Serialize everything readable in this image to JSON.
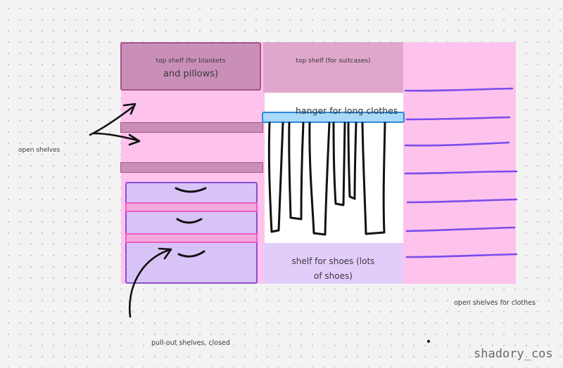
{
  "labels": {
    "top_shelf_left_line1": "top shelf (for blankets",
    "top_shelf_left_line2": "and pillows)",
    "top_shelf_mid": "top shelf (for suitcases)",
    "hanger": "hanger for long clothes",
    "shoes_line1": "shelf for shoes (lots",
    "shoes_line2": "of shoes)",
    "open_shelves": "open shelves",
    "open_shelves_clothes": "open shelves for clothes",
    "pull_out": "pull-out shelves, closed",
    "watermark": "shadory_cos"
  },
  "colors": {
    "pink_bg": "#fdc3ec",
    "mauve": "#c98fb8",
    "mauve_border": "#a8508a",
    "mauve_light": "#dfa7cc",
    "lavender": "#d8c3f7",
    "purple_border": "#8a4fd1",
    "magenta": "#f05bc2",
    "blue_hanger": "#6bbcf5",
    "blue_border": "#2e86d9",
    "ink": "#111111",
    "purple_line": "#7a4bee"
  }
}
